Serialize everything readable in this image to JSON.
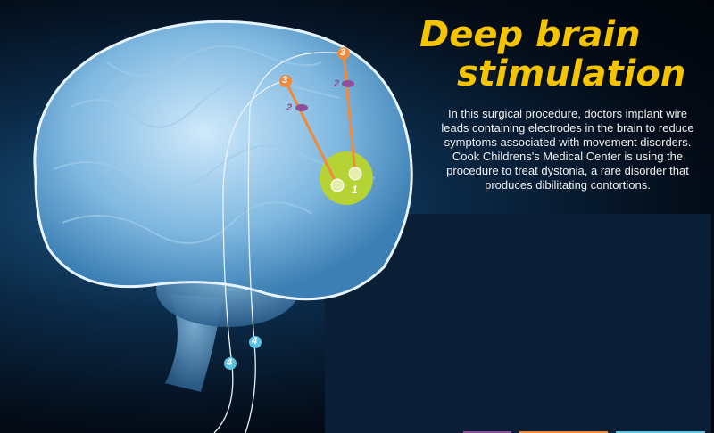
{
  "title_line1": "Deep brain",
  "title_line2": "stimulation",
  "description": "In this surgical procedure, doctors implant wire leads containing electrodes in the brain to reduce symptoms associated with movement disorders. Cook Childrens's Medical Center is using the procedure to treat dystonia, a rare disorder that produces dibilitating contortions.",
  "markers": {
    "electrode": "1",
    "lead_clamp_a": "2",
    "lead_clamp_b": "2",
    "lead_top_a": "3",
    "lead_top_b": "3",
    "extension_a": "4",
    "extension_b": "4"
  },
  "colors": {
    "title": "#f5c400",
    "target": "#b5d334",
    "lead": "#f08a3c",
    "clamp": "#8e4f9a",
    "extension": "#5cc3e0",
    "panel": "#0a1f36"
  }
}
